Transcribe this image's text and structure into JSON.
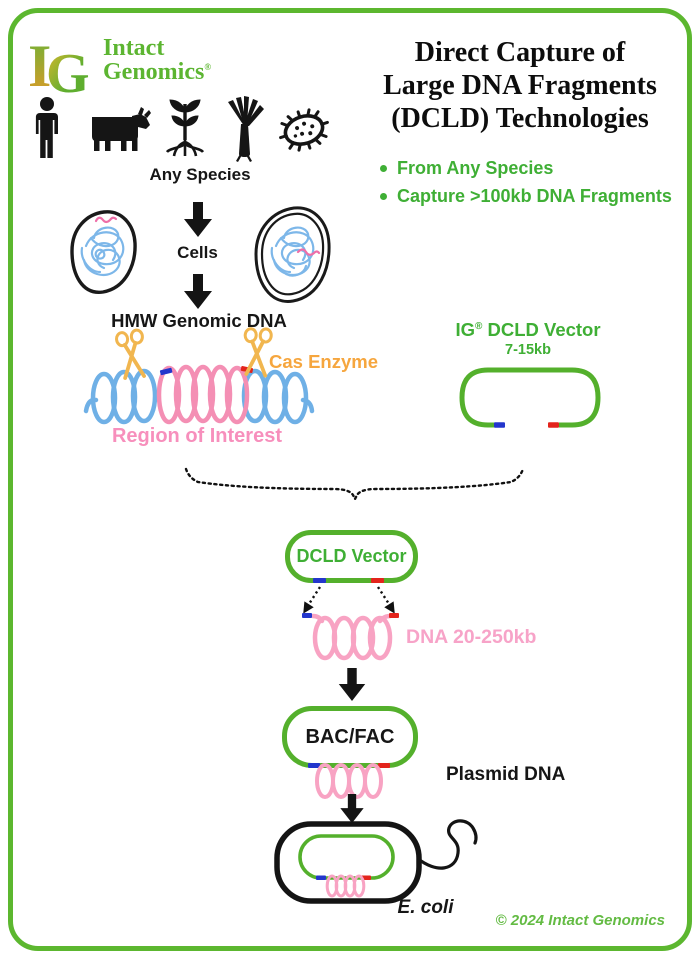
{
  "logo": {
    "initial_i": "I",
    "initial_g": "G",
    "line1": "Intact",
    "line2": "Genomics",
    "reg": "®"
  },
  "title": {
    "lines": [
      "Direct Capture of",
      "Large DNA Fragments",
      "(DCLD) Technologies"
    ]
  },
  "bullets": [
    {
      "label": "From Any Species"
    },
    {
      "label": "Capture >100kb DNA Fragments"
    }
  ],
  "species": {
    "label": "Any Species",
    "icons": [
      "human-icon",
      "cow-icon",
      "seedling-icon",
      "leek-plant-icon",
      "microbe-icon"
    ]
  },
  "flow": {
    "cells_label": "Cells",
    "hmw_label": "HMW Genomic DNA",
    "cas_label": "Cas Enzyme",
    "roi_label": "Region of Interest",
    "ig_vector_prefix": "IG",
    "ig_vector_reg": "®",
    "ig_vector_rest": " DCLD Vector",
    "ig_vector_size": "7-15kb",
    "dcld_box_label": "DCLD Vector",
    "dna_size_label": "DNA 20-250kb",
    "bacfac_label": "BAC/FAC",
    "plasmid_label": "Plasmid DNA",
    "ecoli_label": "E. coli"
  },
  "footer": {
    "copyright": "© 2024 Intact Genomics"
  },
  "colors": {
    "border_green": "#5cb72f",
    "shape_green": "#54b02c",
    "text_green": "#3faf35",
    "copyright_green": "#63bb43",
    "coil_blue": "#6fb0e6",
    "coil_pink": "#f48fb4",
    "coil_pink_light": "#f8a3c3",
    "cas_orange": "#f6a63e",
    "scissors_gold": "#f1b64f",
    "tick_blue": "#2336cc",
    "tick_red": "#e3241c",
    "ink_black": "#161616"
  }
}
